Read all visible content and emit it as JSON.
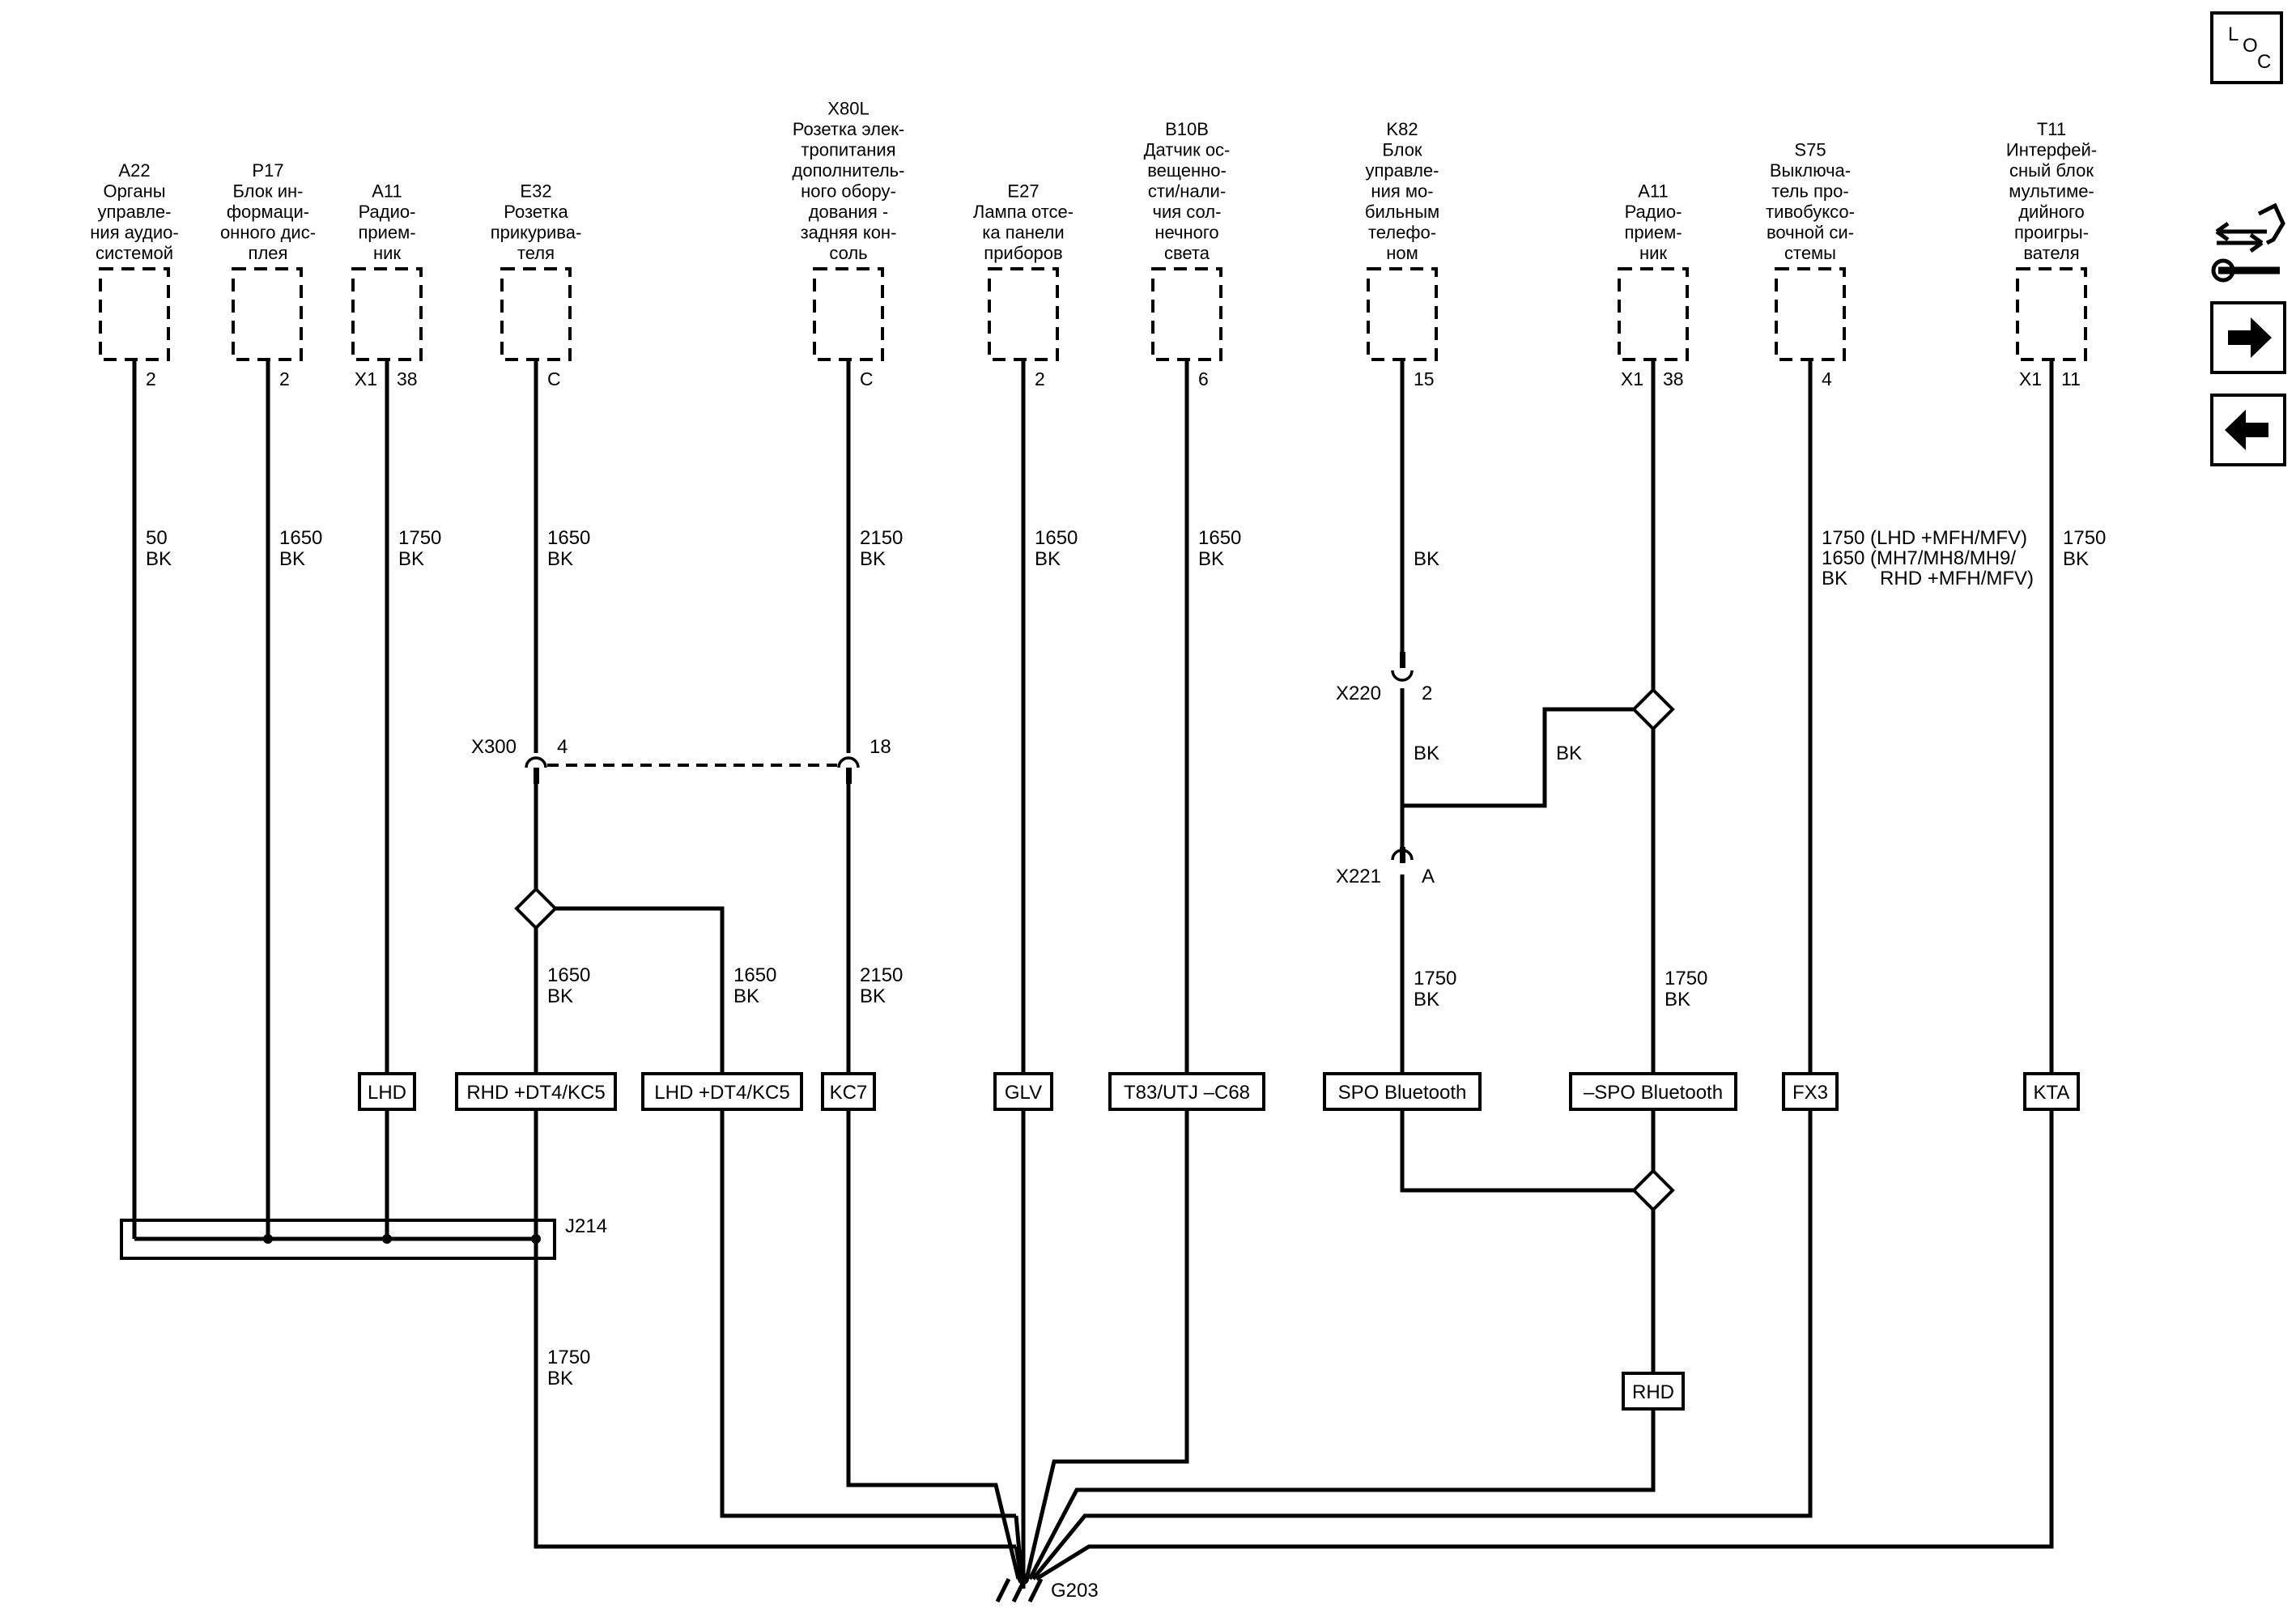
{
  "components": [
    {
      "id": "A22",
      "lines": [
        "A22",
        "Органы",
        "управле-",
        "ния аудио-",
        "системой"
      ],
      "pins": [
        "2"
      ],
      "wire": "50",
      "color": "BK"
    },
    {
      "id": "P17",
      "lines": [
        "P17",
        "Блок ин-",
        "формаци-",
        "онного дис-",
        "плея"
      ],
      "pins": [
        "2"
      ],
      "wire": "1650",
      "color": "BK"
    },
    {
      "id": "A11a",
      "lines": [
        "A11",
        "Радио-",
        "прием-",
        "ник"
      ],
      "pins": [
        "X1",
        "38"
      ],
      "wire": "1750",
      "color": "BK"
    },
    {
      "id": "E32",
      "lines": [
        "E32",
        "Розетка",
        "прикурива-",
        "теля"
      ],
      "pins": [
        "C"
      ],
      "wire": "1650",
      "color": "BK"
    },
    {
      "id": "X80L",
      "lines": [
        "X80L",
        "Розетка элек-",
        "тропитания",
        "дополнитель-",
        "ного обору-",
        "дования -",
        "задняя кон-",
        "соль"
      ],
      "pins": [
        "C"
      ],
      "wire": "2150",
      "color": "BK"
    },
    {
      "id": "E27",
      "lines": [
        "E27",
        "Лампа отсе-",
        "ка панели",
        "приборов"
      ],
      "pins": [
        "2"
      ],
      "wire": "1650",
      "color": "BK"
    },
    {
      "id": "B10B",
      "lines": [
        "B10B",
        "Датчик ос-",
        "вещенно-",
        "сти/нали-",
        "чия сол-",
        "нечного",
        "света"
      ],
      "pins": [
        "6"
      ],
      "wire": "1650",
      "color": "BK"
    },
    {
      "id": "K82",
      "lines": [
        "K82",
        "Блок",
        "управле-",
        "ния мо-",
        "бильным",
        "телефо-",
        "ном"
      ],
      "pins": [
        "15"
      ],
      "wire": "",
      "color": "BK"
    },
    {
      "id": "A11b",
      "lines": [
        "A11",
        "Радио-",
        "прием-",
        "ник"
      ],
      "pins": [
        "X1",
        "38"
      ],
      "wire": "",
      "color": ""
    },
    {
      "id": "S75",
      "lines": [
        "S75",
        "Выключа-",
        "тель про-",
        "тивобуксо-",
        "вочной си-",
        "стемы"
      ],
      "pins": [
        "4"
      ],
      "wire": "",
      "color": ""
    },
    {
      "id": "T11",
      "lines": [
        "T11",
        "Интерфей-",
        "сный блок",
        "мультиме-",
        "дийного",
        "проигры-",
        "вателя"
      ],
      "pins": [
        "X1",
        "11"
      ],
      "wire": "1750",
      "color": "BK"
    }
  ],
  "s75_wire_lines": [
    "1750 (LHD +MFH/MFV)",
    "1650 (MH7/MH8/MH9/",
    "BK      RHD +MFH/MFV)"
  ],
  "connectors": {
    "x300": {
      "name": "X300",
      "pin_left": "4",
      "pin_right": "18"
    },
    "x220": {
      "name": "X220",
      "pin": "2"
    },
    "x221": {
      "name": "X221",
      "pin": "A"
    }
  },
  "mid_wires": {
    "e32_below": {
      "wire": "1650",
      "color": "BK"
    },
    "lhd_branch": {
      "wire": "1650",
      "color": "BK"
    },
    "x80l_below": {
      "wire": "2150",
      "color": "BK"
    },
    "k82_between": {
      "color": "BK"
    },
    "a11_branch": {
      "color": "BK"
    },
    "k82_below": {
      "wire": "1750",
      "color": "BK"
    },
    "a11_below": {
      "wire": "1750",
      "color": "BK"
    },
    "j214_below": {
      "wire": "1750",
      "color": "BK"
    }
  },
  "options": {
    "lhd": "LHD",
    "rhd_dt4": "RHD +DT4/KC5",
    "lhd_dt4": "LHD +DT4/KC5",
    "kc7": "KC7",
    "glv": "GLV",
    "t83": "T83/UTJ –C68",
    "spo": "SPO Bluetooth",
    "nspo": "–SPO Bluetooth",
    "fx3": "FX3",
    "kta": "KTA",
    "rhd": "RHD"
  },
  "splice": "J214",
  "ground": "G203",
  "nav": {
    "loc": [
      "L",
      "O",
      "C"
    ],
    "next_icon": "arrow-right-icon",
    "prev_icon": "arrow-left-icon",
    "tools_icon": "wrench-arrows-icon"
  }
}
